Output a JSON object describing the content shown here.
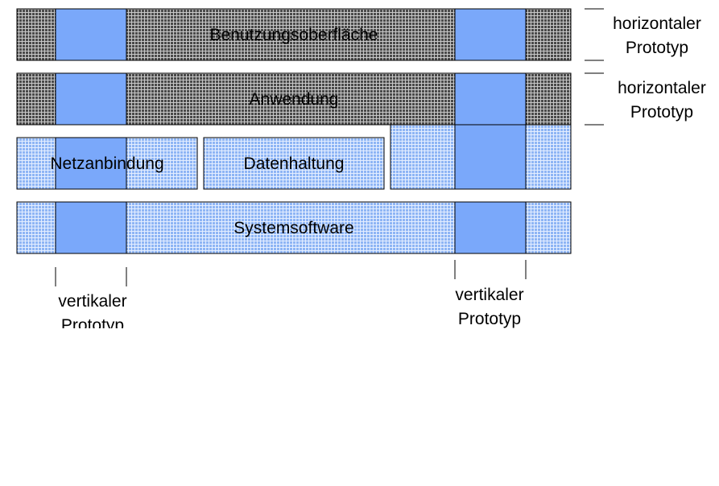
{
  "layers": {
    "ui": "Benutzungsoberfläche",
    "app": "Anwendung",
    "net": "Netzanbindung",
    "data": "Datenhaltung",
    "sys": "Systemsoftware"
  },
  "labels": {
    "horizontal_1": {
      "line1": "horizontaler",
      "line2": "Prototyp"
    },
    "horizontal_2": {
      "line1": "horizontaler",
      "line2": "Prototyp"
    },
    "vertical_1": {
      "line1": "vertikaler",
      "line2": "Prototyp"
    },
    "vertical_2": {
      "line1": "vertikaler",
      "line2": "Prototyp"
    }
  },
  "colors": {
    "dark_pattern_fg": "#4a4a4a",
    "dark_pattern_bg": "#c8c8c8",
    "light_pattern_fg": "#8eb5f5",
    "light_pattern_bg": "#e4eeff",
    "solid_blue": "#7aa8fa",
    "border": "#000000"
  }
}
